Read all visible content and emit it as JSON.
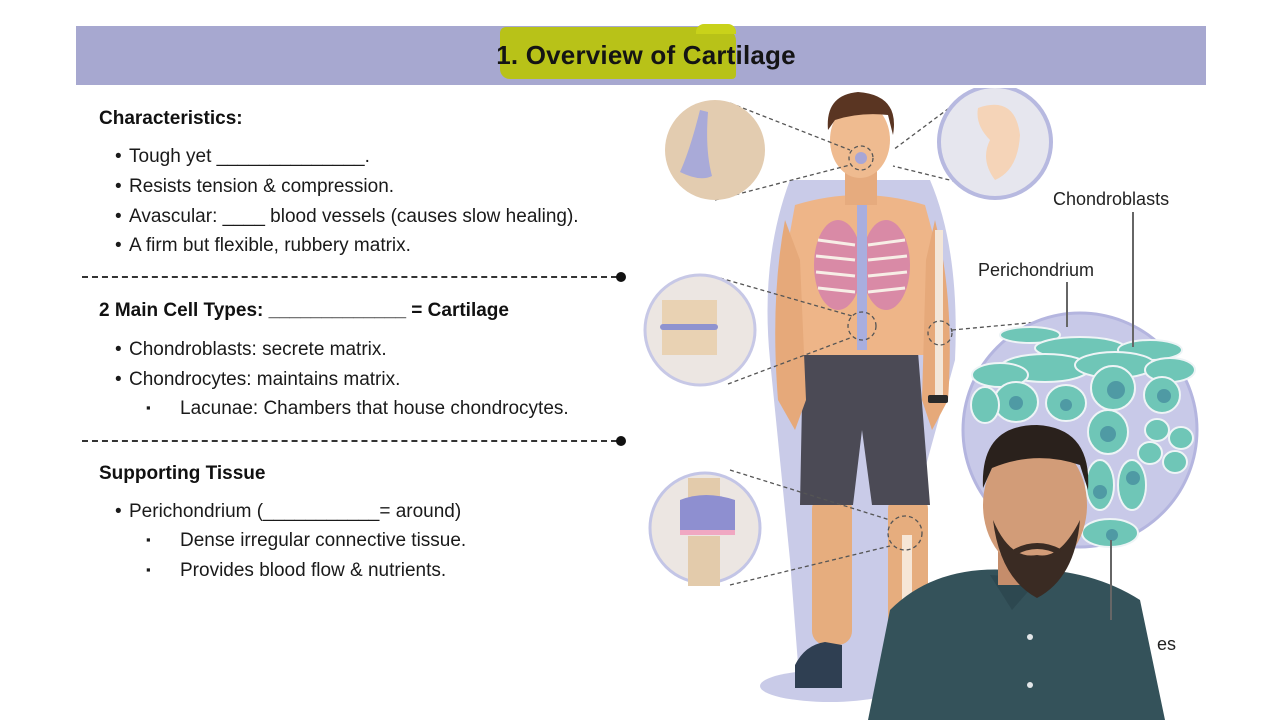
{
  "header": {
    "title": "1. Overview of Cartilage",
    "bar_color": "#a7a8d0",
    "highlight_color": "#b8c218"
  },
  "sections": [
    {
      "heading": "Characteristics:",
      "bullets": [
        "Tough yet ______________.",
        "Resists tension & compression.",
        "Avascular: ____ blood vessels (causes slow healing).",
        "A firm but flexible, rubbery matrix."
      ]
    },
    {
      "heading": "2 Main Cell Types: _____________ = Cartilage",
      "bullets": [
        "Chondroblasts: secrete matrix.",
        "Chondrocytes: maintains matrix."
      ],
      "sub_bullets": [
        "Lacunae: Chambers that house chondrocytes."
      ]
    },
    {
      "heading": "Supporting Tissue",
      "bullets": [
        "Perichondrium (___________= around)"
      ],
      "sub_bullets": [
        "Dense irregular connective tissue.",
        "Provides blood flow & nutrients."
      ]
    }
  ],
  "bullet_glyph": "•",
  "sub_bullet_glyph": "▪",
  "diagram": {
    "labels": {
      "chondroblasts": "Chondroblasts",
      "perichondrium": "Perichondrium",
      "chondrocytes_partial": "es"
    },
    "insets": [
      "nose-cartilage",
      "ear-cartilage",
      "intervertebral-disc",
      "knee-joint",
      "cartilage-tissue-micrograph"
    ]
  },
  "presenter": {
    "shirt_color": "#34525a"
  }
}
